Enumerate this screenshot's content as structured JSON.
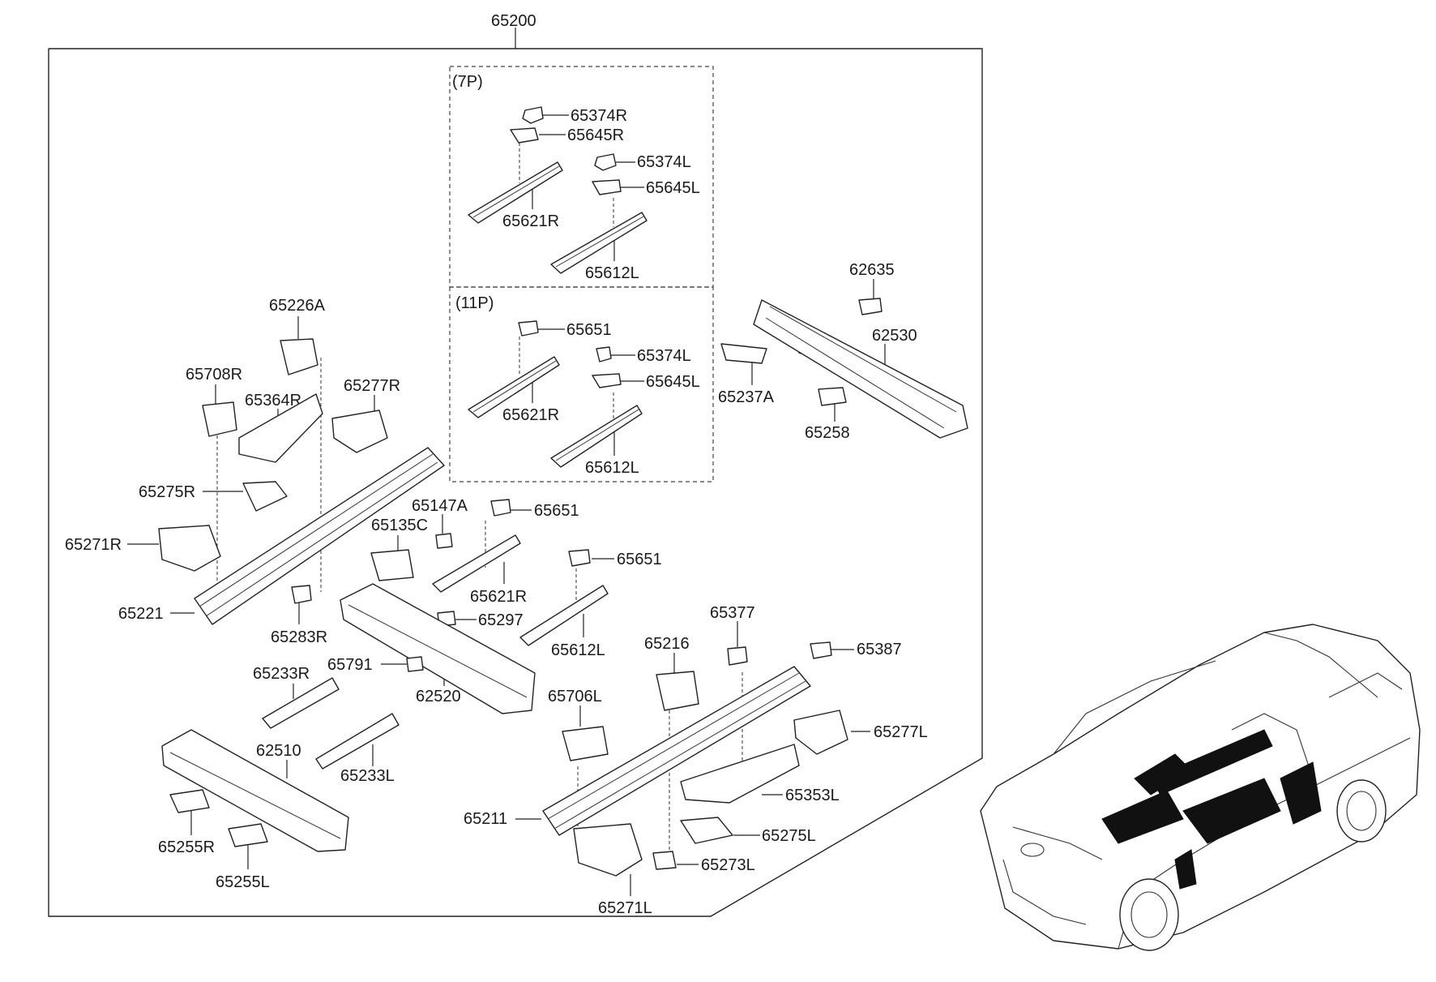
{
  "title_part": "65200",
  "variants": {
    "seven_passenger": "(7P)",
    "eleven_passenger": "(11P)"
  },
  "parts": {
    "p65374R": "65374R",
    "p65645R_7p": "65645R",
    "p65374L_7p": "65374L",
    "p65645L_7p": "65645L",
    "p65621R_7p": "65621R",
    "p65612L_7p": "65612L",
    "p65651_11p": "65651",
    "p65374L_11p": "65374L",
    "p65645L_11p": "65645L",
    "p65621R_11p": "65621R",
    "p65612L_11p": "65612L",
    "p62635": "62635",
    "p62530": "62530",
    "p65237A": "65237A",
    "p65258": "65258",
    "p65226A": "65226A",
    "p65708R": "65708R",
    "p65364R": "65364R",
    "p65277R": "65277R",
    "p65275R": "65275R",
    "p65271R": "65271R",
    "p65221": "65221",
    "p65283R": "65283R",
    "p65147A": "65147A",
    "p65651_a": "65651",
    "p65135C": "65135C",
    "p65621R_b": "65621R",
    "p65651_b": "65651",
    "p65612L_b": "65612L",
    "p65297": "65297",
    "p62520": "62520",
    "p65791": "65791",
    "p65233R": "65233R",
    "p65233L": "65233L",
    "p62510": "62510",
    "p65255R": "65255R",
    "p65255L": "65255L",
    "p65377": "65377",
    "p65387": "65387",
    "p65216": "65216",
    "p65706L": "65706L",
    "p65277L": "65277L",
    "p65353L": "65353L",
    "p65211": "65211",
    "p65275L": "65275L",
    "p65273L": "65273L",
    "p65271L": "65271L"
  }
}
